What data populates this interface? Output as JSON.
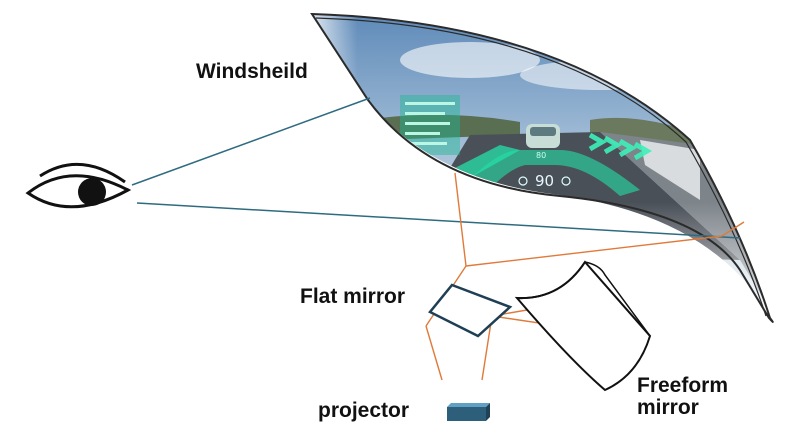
{
  "labels": {
    "windshield": "Windsheild",
    "flat_mirror": "Flat mirror",
    "projector": "projector",
    "freeform_mirror": [
      "Freeform",
      "mirror"
    ]
  },
  "hud": {
    "speed": "90",
    "road_speed": "80"
  },
  "colors": {
    "light_ray": "#e07a3a",
    "sight_line": "#2f6b80",
    "projector": "#2e5f7a",
    "hud_overlay": "#25e0a8",
    "sky": "#8fb3d6",
    "road": "#4a5058"
  }
}
